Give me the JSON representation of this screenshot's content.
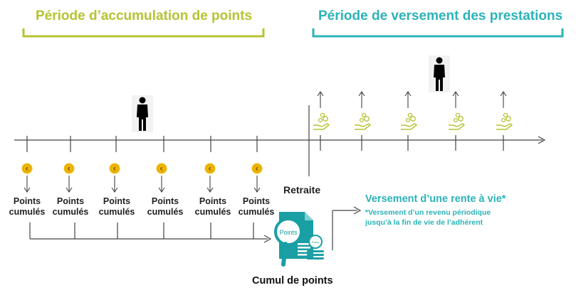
{
  "header": {
    "accumulation_title": "Période d’accumulation de points",
    "payout_title": "Période de versement des prestations"
  },
  "accumulation": {
    "point_labels": [
      [
        "Points",
        "cumulés"
      ],
      [
        "Points",
        "cumulés"
      ],
      [
        "Points",
        "cumulés"
      ],
      [
        "Points",
        "cumulés"
      ],
      [
        "Points",
        "cumulés"
      ],
      [
        "Points",
        "cumulés"
      ]
    ],
    "coin_symbol": "€"
  },
  "retirement_label": "Retraite",
  "cumul_label": "Cumul de points",
  "document_icon": {
    "label": "Points",
    "small_label": "Points"
  },
  "payout": {
    "title": "Versement d’une rente à vie*",
    "note_line1": "*Versement d’un revenu périodique",
    "note_line2": "jusqu’à la fin de vie de l’adhérent"
  },
  "colors": {
    "accumulation_accent": "#b5c332",
    "payout_accent": "#2bb3b8",
    "coin": "#f2bd0a",
    "document": "#1a9fa5",
    "line": "#444444"
  },
  "icons": [
    "person-icon",
    "euro-coin-icon",
    "hand-coins-icon",
    "points-document-icon",
    "arrow-up-icon",
    "arrow-down-icon"
  ]
}
